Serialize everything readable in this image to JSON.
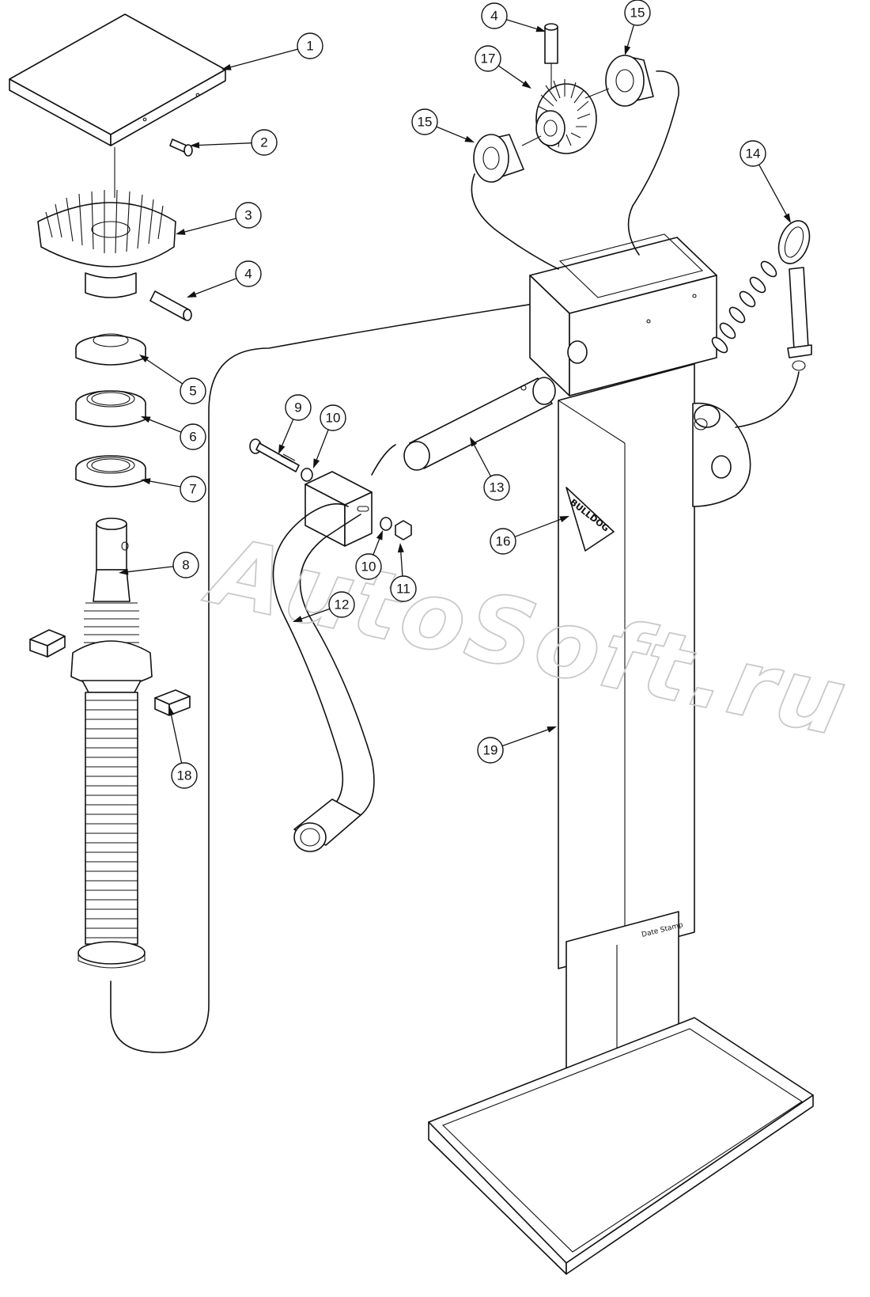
{
  "watermark": "AutoSoft.ru",
  "brand_label": "BULLDOG",
  "stamp_label": "Date Stamp",
  "callouts": [
    {
      "number": "1"
    },
    {
      "number": "2"
    },
    {
      "number": "3"
    },
    {
      "number": "4"
    },
    {
      "number": "5"
    },
    {
      "number": "6"
    },
    {
      "number": "7"
    },
    {
      "number": "8"
    },
    {
      "number": "18"
    },
    {
      "number": "9"
    },
    {
      "number": "10"
    },
    {
      "number": "10"
    },
    {
      "number": "11"
    },
    {
      "number": "12"
    },
    {
      "number": "13"
    },
    {
      "number": "4"
    },
    {
      "number": "17"
    },
    {
      "number": "15"
    },
    {
      "number": "15"
    },
    {
      "number": "14"
    },
    {
      "number": "16"
    },
    {
      "number": "19"
    }
  ]
}
